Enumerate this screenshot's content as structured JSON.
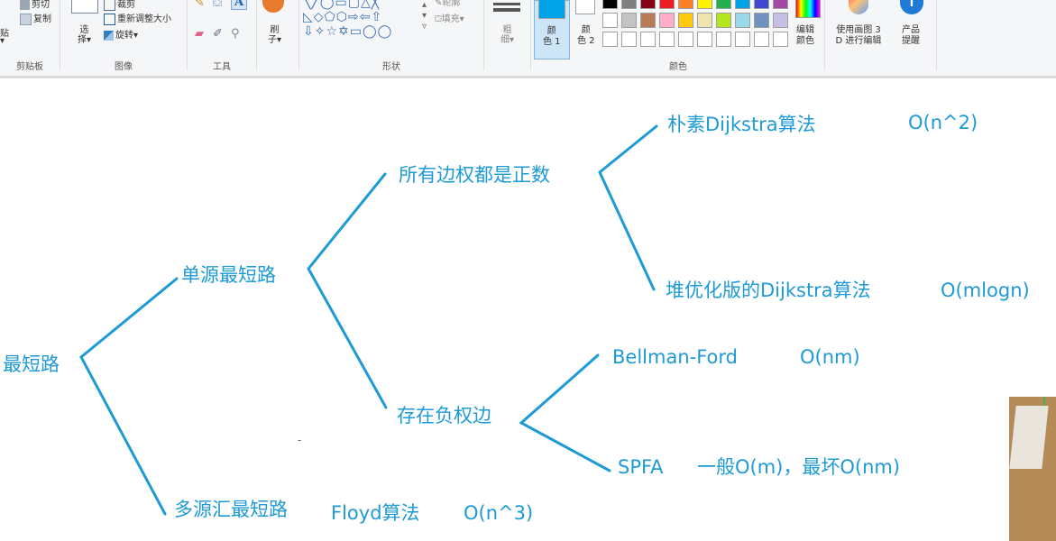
{
  "ribbon": {
    "clipboard": {
      "cut": "剪切",
      "copy": "复制",
      "paste": "贴",
      "label": "剪贴板"
    },
    "image": {
      "crop": "裁剪",
      "resize": "重新调整大小",
      "rotate": "旋转",
      "select": "选",
      "select_2": "择",
      "label": "图像"
    },
    "tools": {
      "label": "工具",
      "text_tool": "A"
    },
    "brushes": {
      "label_1": "刷",
      "label_2": "子"
    },
    "shapes": {
      "outline": "轮廓",
      "fill": "填充",
      "label": "形状"
    },
    "size": {
      "label_1": "粗",
      "label_2": "细"
    },
    "color1": {
      "label_1": "颜",
      "label_2": "色 1"
    },
    "color2": {
      "label_1": "颜",
      "label_2": "色 2"
    },
    "colors": {
      "label": "颜色",
      "row1": [
        "#000000",
        "#7f7f7f",
        "#880015",
        "#ed1c24",
        "#ff7f27",
        "#fff200",
        "#22b14c",
        "#00a2e8",
        "#3f48cc",
        "#a349a4"
      ],
      "row2": [
        "#ffffff",
        "#c3c3c3",
        "#b97a57",
        "#ffaec9",
        "#ffc90e",
        "#efe4b0",
        "#b5e61d",
        "#99d9ea",
        "#7092be",
        "#c8bfe7"
      ],
      "primary": "#00a2e8",
      "secondary": "#ffffff"
    },
    "edit_colors": {
      "label_1": "编辑",
      "label_2": "颜色"
    },
    "paint3d": {
      "label_1": "使用画图 3",
      "label_2": "D 进行编辑"
    },
    "product_alert": {
      "label_1": "产品",
      "label_2": "提醒"
    }
  },
  "canvas": {
    "accent_color": "#1e9ad6",
    "nodes": {
      "root": "最短路",
      "single_source": "单源最短路",
      "multi_source": "多源汇最短路",
      "all_positive": "所有边权都是正数",
      "has_negative": "存在负权边",
      "naive_dijkstra": "朴素Dijkstra算法",
      "naive_dijkstra_complexity": "O(n^2)",
      "heap_dijkstra": "堆优化版的Dijkstra算法",
      "heap_dijkstra_complexity": "O(mlogn)",
      "bellman_ford": "Bellman-Ford",
      "bellman_ford_complexity": "O(nm)",
      "spfa": "SPFA",
      "spfa_complexity": "一般O(m)，最坏O(nm)",
      "floyd": "Floyd算法",
      "floyd_complexity": "O(n^3)",
      "stray_mark": "-"
    }
  }
}
